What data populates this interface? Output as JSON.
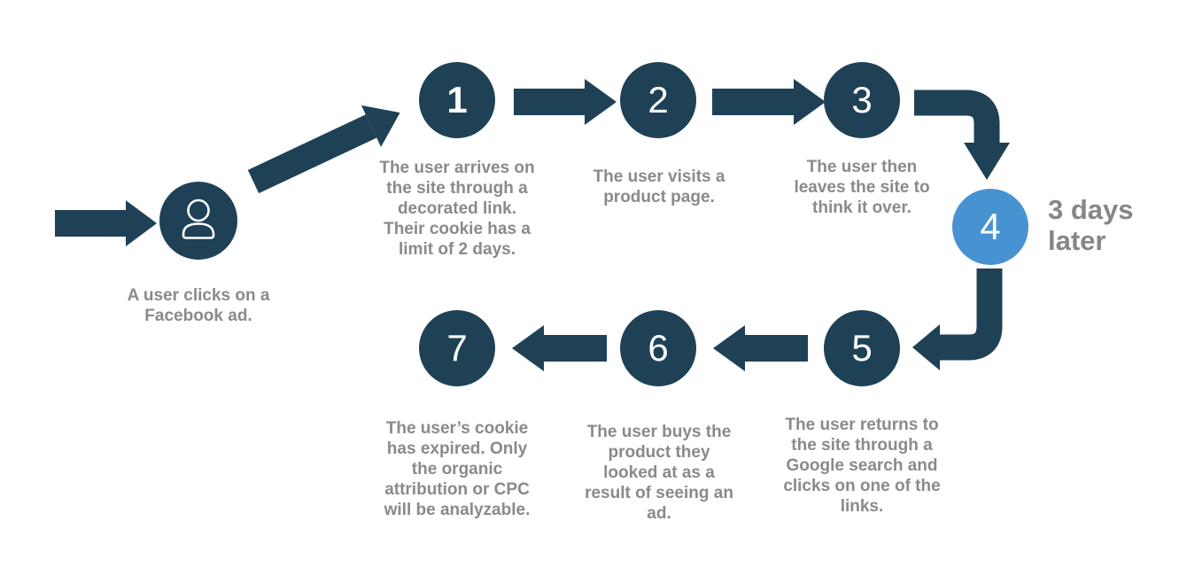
{
  "palette": {
    "navy": "#1e4156",
    "blue": "#4793d2",
    "gray": "#8a8a8a",
    "gray2": "#868686"
  },
  "start": {
    "caption": "A user clicks on a\nFacebook ad."
  },
  "annotation": {
    "text": "3 days\nlater"
  },
  "steps": [
    {
      "number": "1",
      "caption": "The user arrives on\nthe site through a\ndecorated link.\nTheir cookie has a\nlimit of 2 days."
    },
    {
      "number": "2",
      "caption": "The user visits a\nproduct page."
    },
    {
      "number": "3",
      "caption": "The user then\nleaves the site to\nthink it over."
    },
    {
      "number": "4",
      "caption": ""
    },
    {
      "number": "5",
      "caption": "The user returns to\nthe site through a\nGoogle search and\nclicks on one of the\nlinks."
    },
    {
      "number": "6",
      "caption": "The user buys the\nproduct they\nlooked at as a\nresult of seeing an\nad."
    },
    {
      "number": "7",
      "caption": "The user’s cookie\nhas expired. Only\nthe organic\nattribution or CPC\nwill be analyzable."
    }
  ]
}
